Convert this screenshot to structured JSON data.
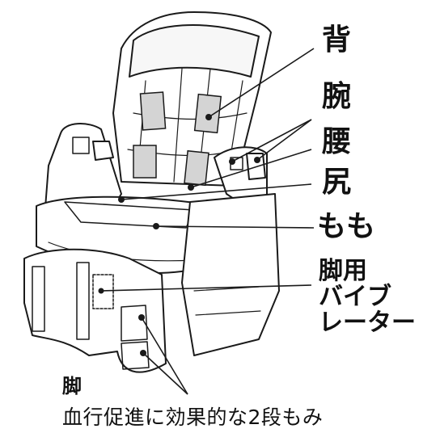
{
  "labels": {
    "back": "背",
    "arm": "腕",
    "waist": "腰",
    "buttocks": "尻",
    "thigh": "もも",
    "leg_vibrator_line1": "脚用",
    "leg_vibrator_line2": "バイブ",
    "leg_vibrator_line3": "レーター",
    "legs": "脚"
  },
  "caption": "血行促進に効果的な2段もみ"
}
